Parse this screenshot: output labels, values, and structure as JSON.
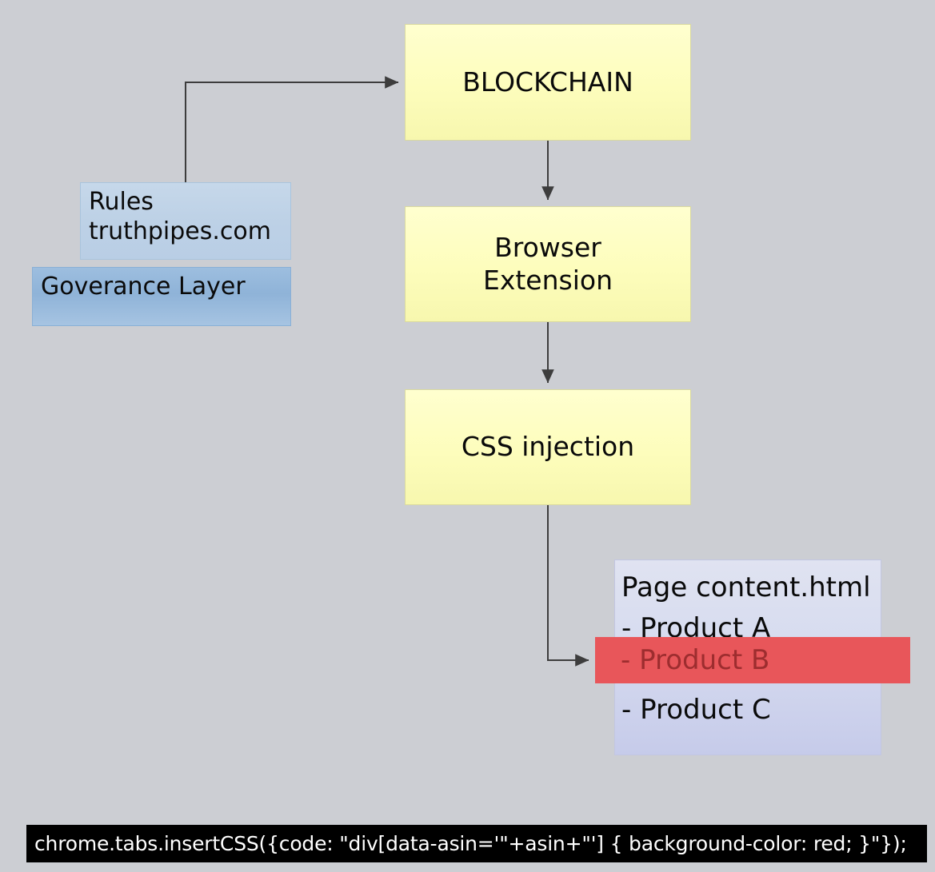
{
  "diagram": {
    "title": "Blockchain governance CSS injection flow",
    "background_color": "#ccced3",
    "nodes": {
      "blockchain": {
        "label": "BLOCKCHAIN",
        "fill": "#fdfdbc"
      },
      "browser_extension": {
        "line1": "Browser",
        "line2": "Extension",
        "fill": "#fdfdbc"
      },
      "css_injection": {
        "label": "CSS injection",
        "fill": "#fdfdbc"
      },
      "rules": {
        "line1": "Rules",
        "line2": "truthpipes.com",
        "fill": "#bdd1e6"
      },
      "governance": {
        "label": "Goverance Layer",
        "fill": "#8fb3d8"
      }
    },
    "page_panel": {
      "title": "Page content.html",
      "items": [
        {
          "text": "- Product A",
          "highlighted": false
        },
        {
          "text": "- Product B",
          "highlighted": true
        },
        {
          "text": "- Product C",
          "highlighted": false
        }
      ],
      "highlight_color": "#e8565a",
      "highlight_text_color": "#9d2d2f",
      "fill": "#d6dbef"
    },
    "edges": [
      {
        "from": "rules",
        "to": "blockchain",
        "style": "elbow-arrow"
      },
      {
        "from": "blockchain",
        "to": "browser_extension",
        "style": "straight-arrow"
      },
      {
        "from": "browser_extension",
        "to": "css_injection",
        "style": "straight-arrow"
      },
      {
        "from": "css_injection",
        "to": "product-b-row",
        "style": "elbow-arrow"
      }
    ],
    "edge_color": "#3d3d3d"
  },
  "code_bar": {
    "code": "chrome.tabs.insertCSS({code: \"div[data-asin='\"+asin+\"'] { background-color: red; }\"});",
    "background_color": "#000000",
    "text_color": "#ffffff"
  }
}
